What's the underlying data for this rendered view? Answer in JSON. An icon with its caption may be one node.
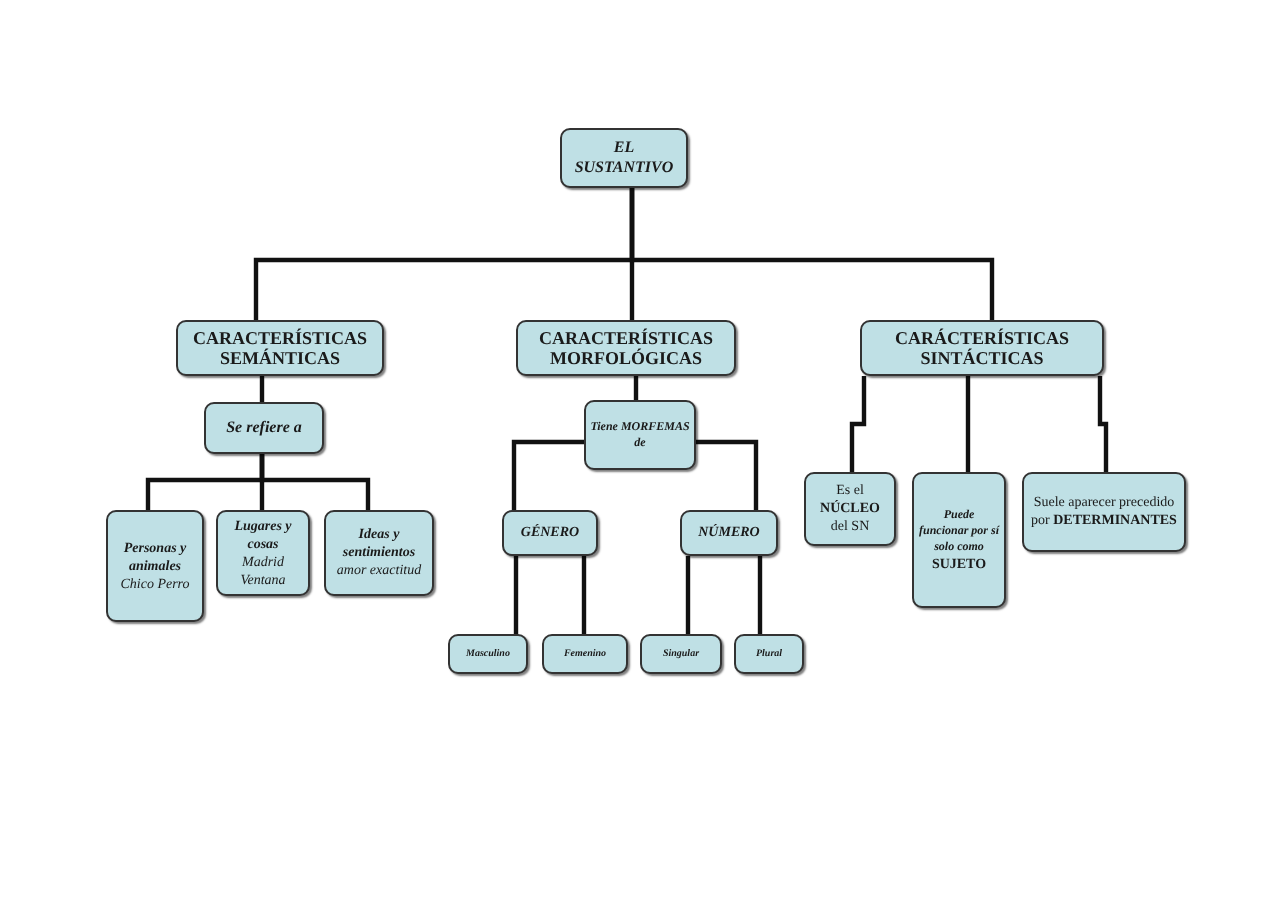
{
  "diagram": {
    "nodes": [
      {
        "text": [
          "EL SUSTANTIVO"
        ]
      },
      {
        "text": [
          "CARACTERÍSTICAS SEMÁNTICAS"
        ]
      },
      {
        "text": [
          "CARACTERÍSTICAS MORFOLÓGICAS"
        ]
      },
      {
        "text": [
          "CARÁCTERÍSTICAS SINTÁCTICAS"
        ]
      },
      {
        "text": [
          "Se refiere a"
        ]
      },
      {
        "text": [
          "Personas y animales",
          "Chico Perro"
        ]
      },
      {
        "text": [
          "Lugares y cosas",
          "Madrid Ventana"
        ]
      },
      {
        "text": [
          "Ideas y sentimientos",
          "amor exactitud"
        ]
      },
      {
        "text": [
          "Tiene MORFEMAS de"
        ]
      },
      {
        "text": [
          "GÉNERO"
        ]
      },
      {
        "text": [
          "NÚMERO"
        ]
      },
      {
        "text": [
          "Masculino"
        ]
      },
      {
        "text": [
          "Femenino"
        ]
      },
      {
        "text": [
          "Singular"
        ]
      },
      {
        "text": [
          "Plural"
        ]
      },
      {
        "text": [
          "Es el **NÚCLEO** del SN"
        ]
      },
      {
        "text": [
          "Puede funcionar por sí solo como",
          "SUJETO"
        ]
      },
      {
        "text": [
          "Suele aparecer precedido por **DETERMINANTES**"
        ]
      }
    ],
    "edges": [
      {
        "from": 0,
        "to": 1,
        "arrow": "none"
      },
      {
        "from": 0,
        "to": 2,
        "arrow": "none"
      },
      {
        "from": 0,
        "to": 3,
        "arrow": "none"
      },
      {
        "from": 1,
        "to": 4,
        "arrow": "none"
      },
      {
        "from": 4,
        "to": 5,
        "arrow": "none"
      },
      {
        "from": 4,
        "to": 6,
        "arrow": "none"
      },
      {
        "from": 4,
        "to": 7,
        "arrow": "none"
      },
      {
        "from": 2,
        "to": 8,
        "arrow": "none"
      },
      {
        "from": 8,
        "to": 9,
        "arrow": "none"
      },
      {
        "from": 8,
        "to": 10,
        "arrow": "none"
      },
      {
        "from": 9,
        "to": 11,
        "arrow": "none"
      },
      {
        "from": 9,
        "to": 12,
        "arrow": "none"
      },
      {
        "from": 10,
        "to": 13,
        "arrow": "none"
      },
      {
        "from": 10,
        "to": 14,
        "arrow": "none"
      },
      {
        "from": 3,
        "to": 15,
        "arrow": "none"
      },
      {
        "from": 3,
        "to": 16,
        "arrow": "none"
      },
      {
        "from": 3,
        "to": 17,
        "arrow": "none"
      }
    ]
  }
}
